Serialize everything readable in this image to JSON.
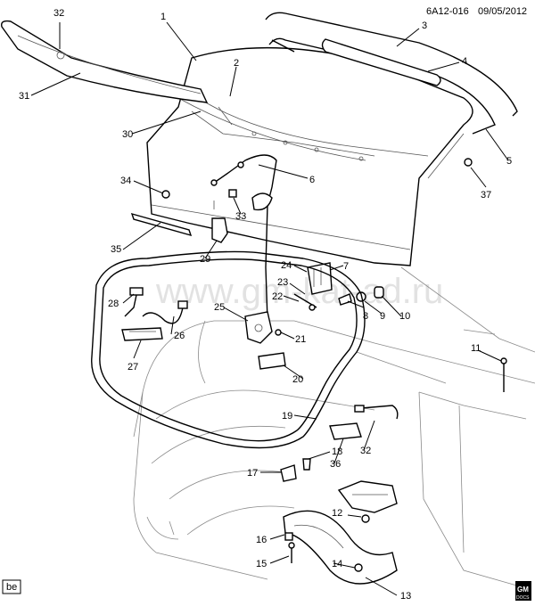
{
  "header": {
    "code": "6A12-016",
    "date": "09/05/2012"
  },
  "footer": {
    "tag": "be",
    "logo_top": "GM",
    "logo_bottom": "DOCS"
  },
  "watermark": "www.gm-kat-ad.ru",
  "callouts": [
    "1",
    "2",
    "3",
    "4",
    "5",
    "6",
    "7",
    "8",
    "9",
    "10",
    "11",
    "12",
    "13",
    "14",
    "15",
    "16",
    "17",
    "18",
    "19",
    "20",
    "21",
    "22",
    "23",
    "24",
    "25",
    "26",
    "27",
    "28",
    "29",
    "30",
    "31",
    "32",
    "33",
    "34",
    "35",
    "36",
    "37",
    "32"
  ]
}
